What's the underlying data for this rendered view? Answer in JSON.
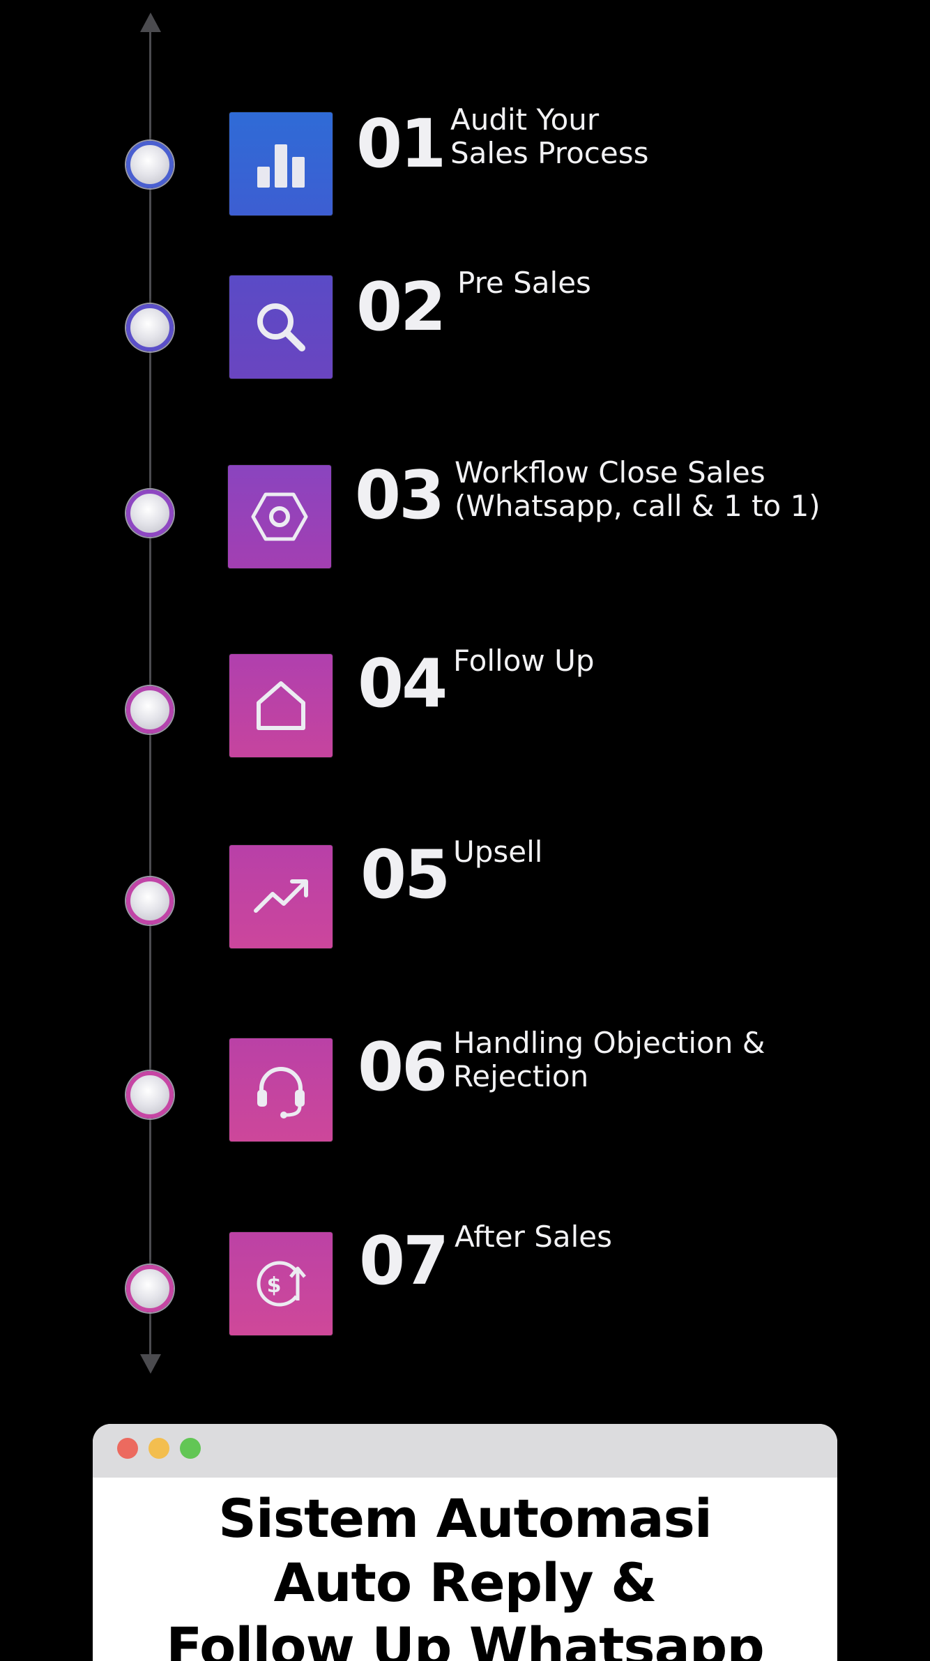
{
  "timeline": {
    "steps": [
      {
        "number": "01",
        "title": "Audit Your\nSales Process",
        "icon": "bar-chart-icon",
        "color": "#2f6bd6",
        "color2": "#3d5ed2",
        "dot": "#4a5fd0"
      },
      {
        "number": "02",
        "title": "Pre Sales",
        "icon": "search-icon",
        "color": "#5a4bc6",
        "color2": "#6a45c0",
        "dot": "#5b4fc9"
      },
      {
        "number": "03",
        "title": "Workflow Close Sales\n(Whatsapp, call & 1 to 1)",
        "icon": "hexagon-settings-icon",
        "color": "#8a44bf",
        "color2": "#a33fb2",
        "dot": "#8e47c2"
      },
      {
        "number": "04",
        "title": "Follow Up",
        "icon": "home-icon",
        "color": "#b040ae",
        "color2": "#c6449e",
        "dot": "#b444ae"
      },
      {
        "number": "05",
        "title": "Upsell",
        "icon": "trending-up-icon",
        "color": "#b840a8",
        "color2": "#cc469c",
        "dot": "#c144a7"
      },
      {
        "number": "06",
        "title": "Handling Objection &\nRejection",
        "icon": "headset-icon",
        "color": "#ba41a6",
        "color2": "#cd479a",
        "dot": "#c645a4"
      },
      {
        "number": "07",
        "title": "After Sales",
        "icon": "dollar-up-icon",
        "color": "#bc42a5",
        "color2": "#cf4899",
        "dot": "#c646a3"
      }
    ]
  },
  "window": {
    "title_line1": "Sistem Automasi",
    "title_line2": "Auto Reply &",
    "title_line3": "Follow Up Whatsapp"
  }
}
